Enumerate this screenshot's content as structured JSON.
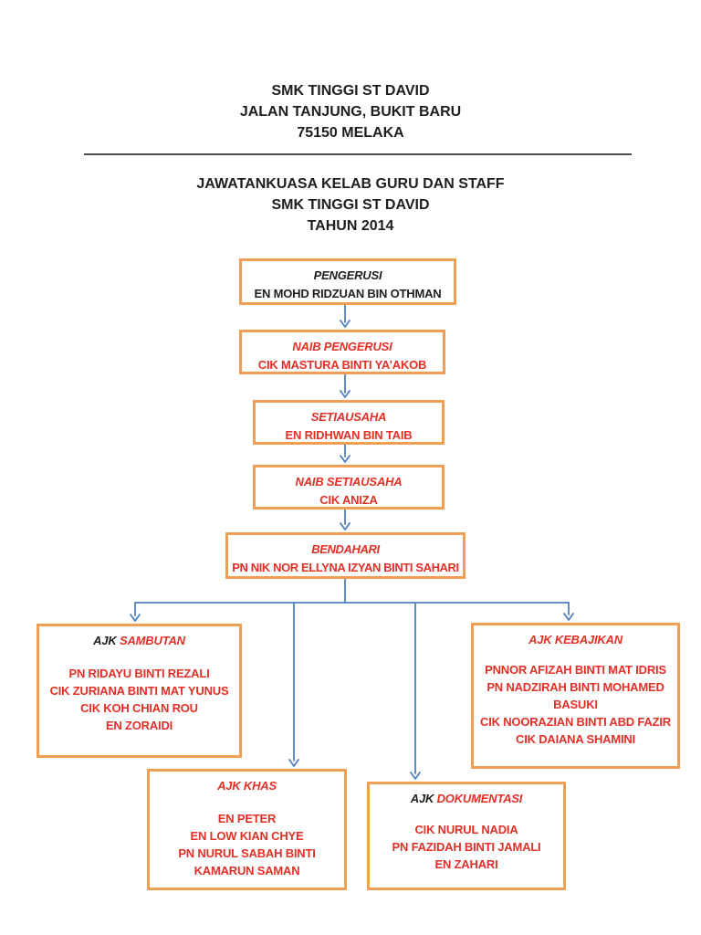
{
  "header": {
    "school_name": "SMK TINGGI ST DAVID",
    "address": "JALAN TANJUNG, BUKIT BARU",
    "city": "75150 MELAKA"
  },
  "subtitle": {
    "line1": "JAWATANKUASA KELAB GURU DAN STAFF",
    "line2": "SMK TINGGI ST DAVID",
    "line3": "TAHUN 2014"
  },
  "org": {
    "pengerusi": {
      "title": "PENGERUSI",
      "name": "EN MOHD RIDZUAN BIN OTHMAN"
    },
    "naib_pengerusi": {
      "title": "NAIB PENGERUSI",
      "name": "CIK MASTURA BINTI YA’AKOB"
    },
    "setiausaha": {
      "title": "SETIAUSAHA",
      "name": "EN RIDHWAN BIN TAIB"
    },
    "naib_setiausaha": {
      "title": "NAIB SETIAUSAHA",
      "name": "CIK ANIZA"
    },
    "bendahari": {
      "title": "BENDAHARI",
      "name": "PN NIK NOR ELLYNA IZYAN BINTI SAHARI"
    },
    "ajk_sambutan": {
      "title_prefix": "AJK",
      "title_main": "SAMBUTAN",
      "members": [
        "PN RIDAYU BINTI REZALI",
        "CIK ZURIANA BINTI MAT YUNUS",
        "CIK KOH CHIAN ROU",
        "EN ZORAIDI"
      ]
    },
    "ajk_kebajikan": {
      "title": "AJK KEBAJIKAN",
      "members": [
        "PNNOR AFIZAH BINTI MAT IDRIS",
        "PN NADZIRAH BINTI MOHAMED",
        "BASUKI",
        "CIK NOORAZIAN BINTI ABD FAZIR",
        "CIK DAIANA SHAMINI"
      ]
    },
    "ajk_khas": {
      "title": "AJK KHAS",
      "members": [
        "EN PETER",
        "EN LOW KIAN CHYE",
        "PN NURUL SABAH BINTI",
        "KAMARUN SAMAN"
      ]
    },
    "ajk_dokumentasi": {
      "title_prefix": "AJK",
      "title_main": "DOKUMENTASI",
      "members": [
        "CIK NURUL NADIA",
        "PN FAZIDAH BINTI JAMALI",
        "EN ZAHARI"
      ]
    }
  },
  "colors": {
    "box_border_orange": "#F09E52",
    "red_text": "#E23027",
    "black_text": "#1F1D1E",
    "connector_blue": "#4F81BD",
    "divider_gray": "#4D4D4D",
    "background": "#FFFFFF"
  }
}
